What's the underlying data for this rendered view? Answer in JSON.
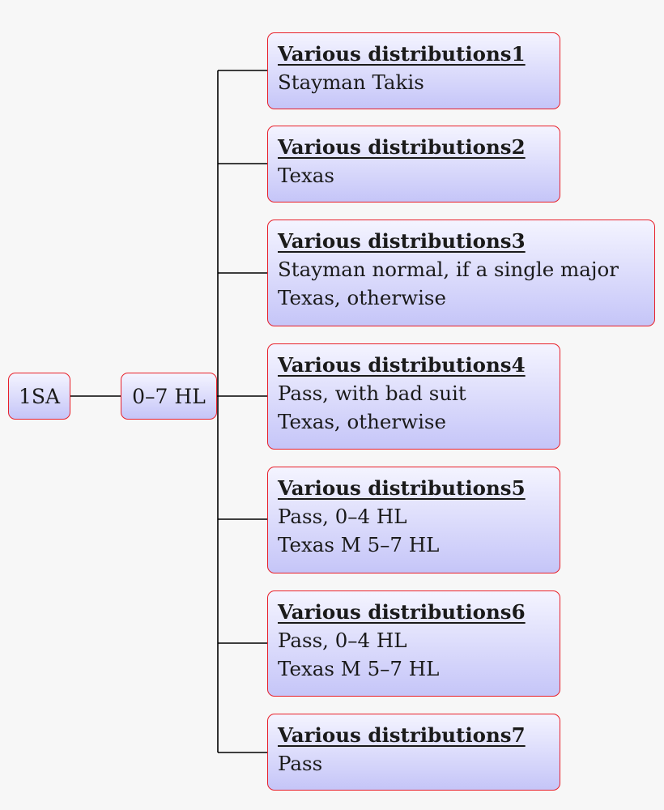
{
  "root": {
    "label": "1SA"
  },
  "mid": {
    "label": "0–7 HL"
  },
  "leaves": [
    {
      "title": "Various distributions1",
      "lines": [
        "Stayman Takis"
      ]
    },
    {
      "title": "Various distributions2",
      "lines": [
        "Texas"
      ]
    },
    {
      "title": "Various distributions3",
      "lines": [
        "Stayman normal, if a single major",
        "Texas, otherwise"
      ]
    },
    {
      "title": "Various distributions4",
      "lines": [
        "Pass, with bad suit",
        "Texas, otherwise"
      ]
    },
    {
      "title": "Various distributions5",
      "lines": [
        "Pass, 0–4 HL",
        "Texas M 5–7 HL"
      ]
    },
    {
      "title": "Various distributions6",
      "lines": [
        "Pass, 0–4 HL",
        "Texas M 5–7 HL"
      ]
    },
    {
      "title": "Various distributions7",
      "lines": [
        "Pass"
      ]
    }
  ],
  "colors": {
    "border": "#e8202a",
    "fill_top": "#f4f4ff",
    "fill_bottom": "#c5c5f8",
    "connector": "#000000"
  }
}
